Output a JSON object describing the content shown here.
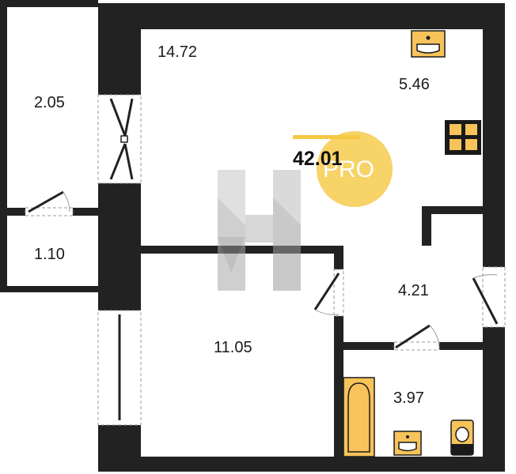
{
  "plan": {
    "total_area": "42.01",
    "rooms": [
      {
        "id": "main-room",
        "area": "14.72"
      },
      {
        "id": "kitchen",
        "area": "5.46"
      },
      {
        "id": "storage",
        "area": "2.05"
      },
      {
        "id": "closet",
        "area": "1.10"
      },
      {
        "id": "bedroom",
        "area": "11.05"
      },
      {
        "id": "hallway",
        "area": "4.21"
      },
      {
        "id": "bathroom",
        "area": "3.97"
      }
    ]
  },
  "watermark": {
    "text": "PRO",
    "accent": "#f5c842"
  },
  "colors": {
    "wall": "#222222",
    "fixture": "#f7c35a",
    "fixture_outline": "#1a1a1a",
    "floor": "#ffffff"
  }
}
